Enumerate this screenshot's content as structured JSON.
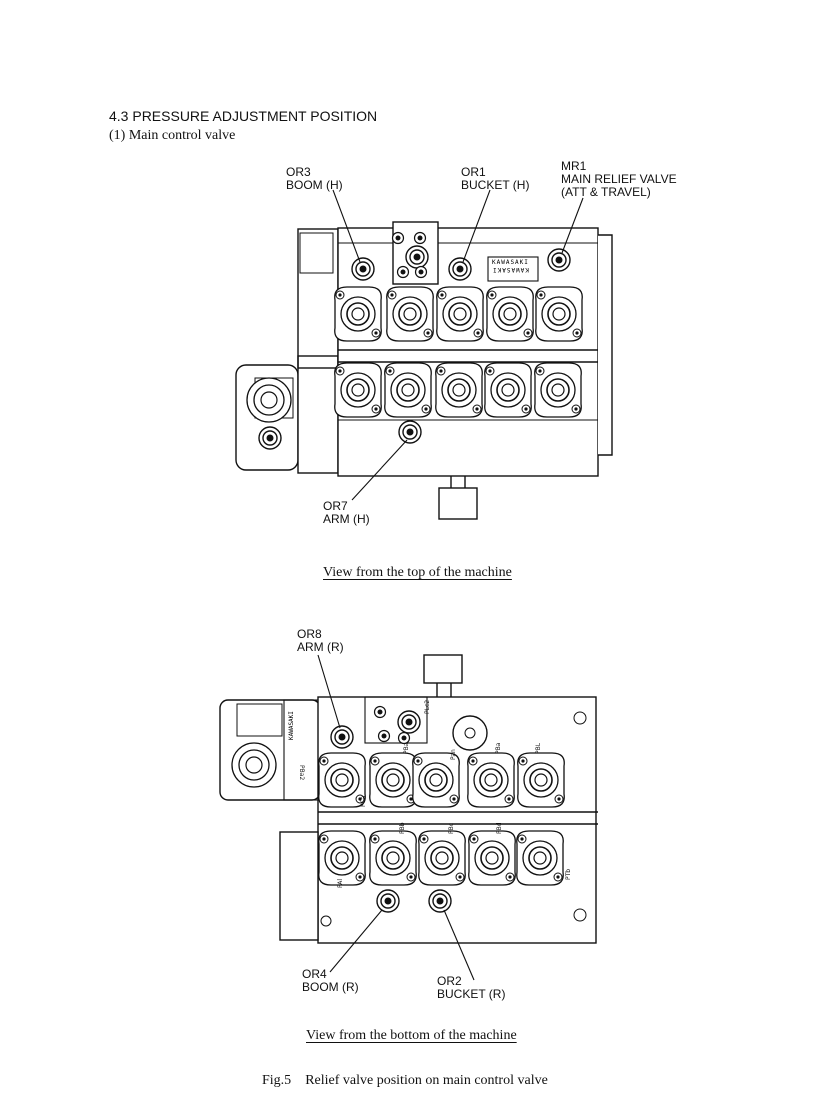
{
  "section": {
    "title": "4.3 PRESSURE ADJUSTMENT POSITION",
    "subtitle": "(1)  Main control valve"
  },
  "top_view": {
    "caption": "View from the top of the machine",
    "labels": {
      "or3": [
        "OR3",
        "BOOM (H)"
      ],
      "or1": [
        "OR1",
        "BUCKET (H)"
      ],
      "mr1": [
        "MR1",
        "MAIN RELIEF VALVE",
        "(ATT & TRAVEL)"
      ],
      "or7": [
        "OR7",
        "ARM (H)"
      ]
    },
    "nameplate": [
      "KAWASAKI",
      "KAWASAKI"
    ]
  },
  "bottom_view": {
    "caption": "View from the bottom of the machine",
    "labels": {
      "or8": [
        "OR8",
        "ARM (R)"
      ],
      "or4": [
        "OR4",
        "BOOM (R)"
      ],
      "or2": [
        "OR2",
        "BUCKET (R)"
      ]
    },
    "nameplate": "KAWASAKI",
    "port_marks": [
      "PBa2",
      "PLc2",
      "PBa",
      "Pan",
      "PBa",
      "PBL",
      "PCa",
      "PBb",
      "PBc",
      "PBd",
      "PAl",
      "PTb"
    ]
  },
  "figure": {
    "number": "Fig.5",
    "caption": "Relief valve position on main control valve"
  }
}
